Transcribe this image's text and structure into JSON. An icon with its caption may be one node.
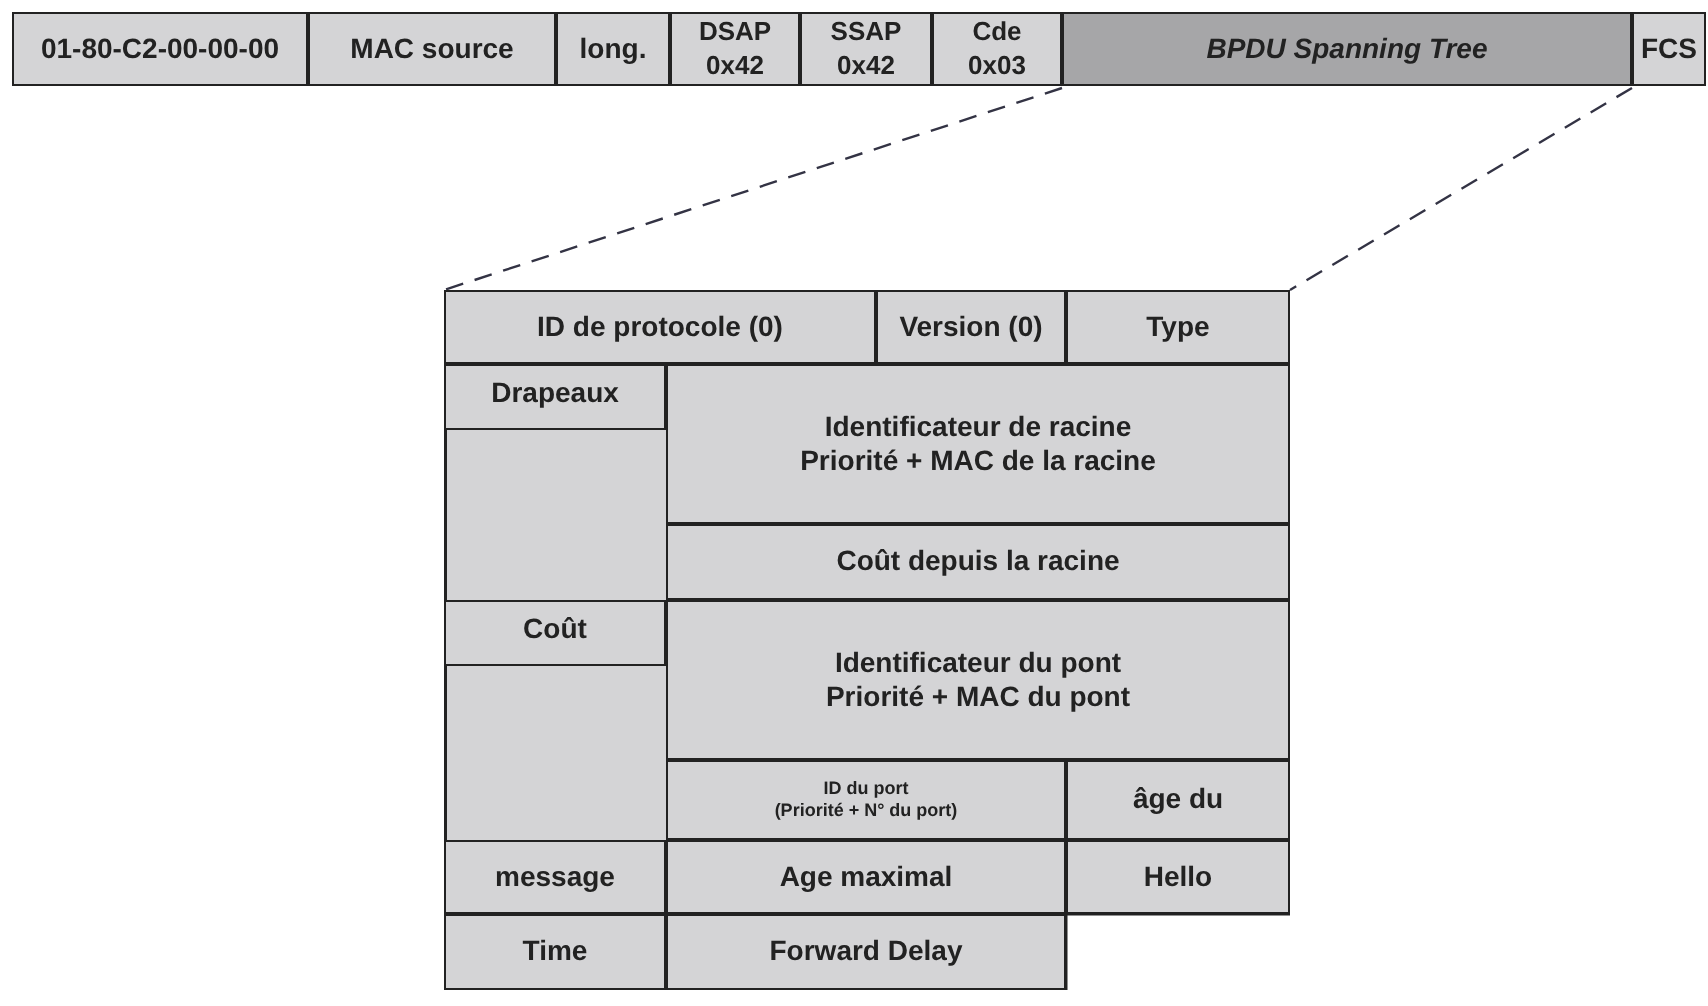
{
  "diagram": {
    "nodes": [
      {
        "text": [
          "01-80-C2-00-00-00"
        ]
      },
      {
        "text": [
          "MAC source"
        ]
      },
      {
        "text": [
          "long."
        ]
      },
      {
        "text": [
          "DSAP 0x42"
        ]
      },
      {
        "text": [
          "SSAP 0x42"
        ]
      },
      {
        "text": [
          "Cde 0x03"
        ]
      },
      {
        "text": [
          "BPDU Spanning Tree"
        ]
      },
      {
        "text": [
          "FCS"
        ]
      },
      {
        "text": [],
        "shape": "box"
      },
      {
        "text": [
          "ID de protocole (0)"
        ],
        "in": 8
      },
      {
        "text": [
          "Version (0)"
        ],
        "in": 8
      },
      {
        "text": [
          "Type"
        ],
        "in": 8
      },
      {
        "text": [
          "Drapeaux"
        ],
        "in": 8
      },
      {
        "text": [
          "Identificateur de racine",
          "Priorité + MAC de la racine"
        ],
        "in": 8
      },
      {
        "text": [
          "Coût depuis la racine"
        ],
        "in": 8
      },
      {
        "text": [
          "Coût"
        ],
        "in": 8
      },
      {
        "text": [
          "Identificateur du pont",
          "Priorité + MAC du pont"
        ],
        "in": 8
      },
      {
        "text": [
          "ID du port",
          "(Priorité + N° du port)"
        ],
        "in": 8
      },
      {
        "text": [
          "âge du"
        ],
        "in": 8
      },
      {
        "text": [
          "message"
        ],
        "in": 8
      },
      {
        "text": [
          "Age maximal"
        ],
        "in": 8
      },
      {
        "text": [
          "Hello"
        ],
        "in": 8
      },
      {
        "text": [
          "Time"
        ],
        "in": 8
      },
      {
        "text": [
          "Forward Delay"
        ],
        "in": 8
      }
    ],
    "edges": [
      {
        "from": 6,
        "to": 8,
        "arrow": "none",
        "style": "dashed"
      },
      {
        "from": 6,
        "to": 8,
        "arrow": "none",
        "style": "dashed"
      }
    ]
  }
}
